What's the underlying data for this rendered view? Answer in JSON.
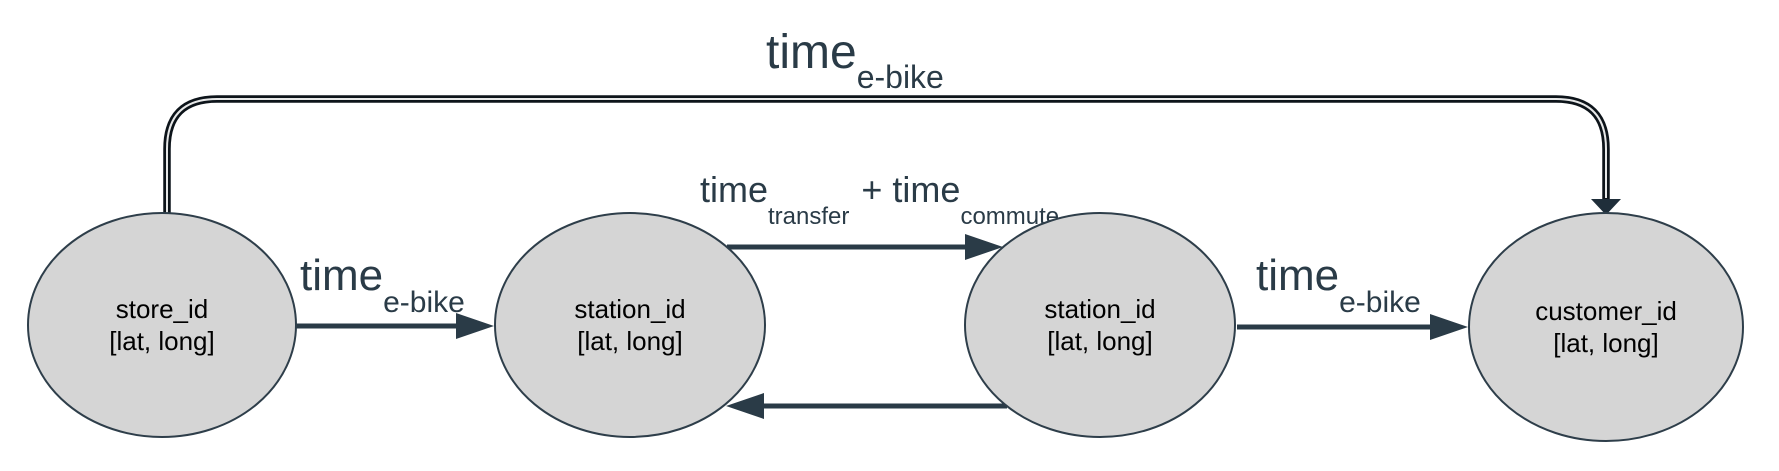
{
  "colors": {
    "bg": "#ffffff",
    "node-fill": "#d5d5d5",
    "node-stroke": "#2e3e4a",
    "node-text": "#000000",
    "edge": "#2a3b47",
    "edge-dark": "#0d141a",
    "label": "#2a3b47"
  },
  "nodes": [
    {
      "id": "store",
      "line1": "store_id",
      "line2": "[lat, long]"
    },
    {
      "id": "station-a",
      "line1": "station_id",
      "line2": "[lat, long]"
    },
    {
      "id": "station-b",
      "line1": "station_id",
      "line2": "[lat, long]"
    },
    {
      "id": "customer",
      "line1": "customer_id",
      "line2": "[lat, long]"
    }
  ],
  "edges": {
    "store_to_station_a": {
      "from": "store_id",
      "to": "station_id",
      "label_main": "time",
      "label_sub": "e-bike"
    },
    "station_a_to_station_b": {
      "from": "station_id",
      "to": "station_id",
      "label_part1_main": "time",
      "label_part1_sub": "transfer",
      "label_part2_main": "+ time",
      "label_part2_sub": "commute"
    },
    "station_b_to_station_a": {
      "from": "station_id",
      "to": "station_id",
      "label": ""
    },
    "station_b_to_customer": {
      "from": "station_id",
      "to": "customer_id",
      "label_main": "time",
      "label_sub": "e-bike"
    },
    "store_to_customer": {
      "from": "store_id",
      "to": "customer_id",
      "label_main": "time",
      "label_sub": "e-bike"
    }
  }
}
